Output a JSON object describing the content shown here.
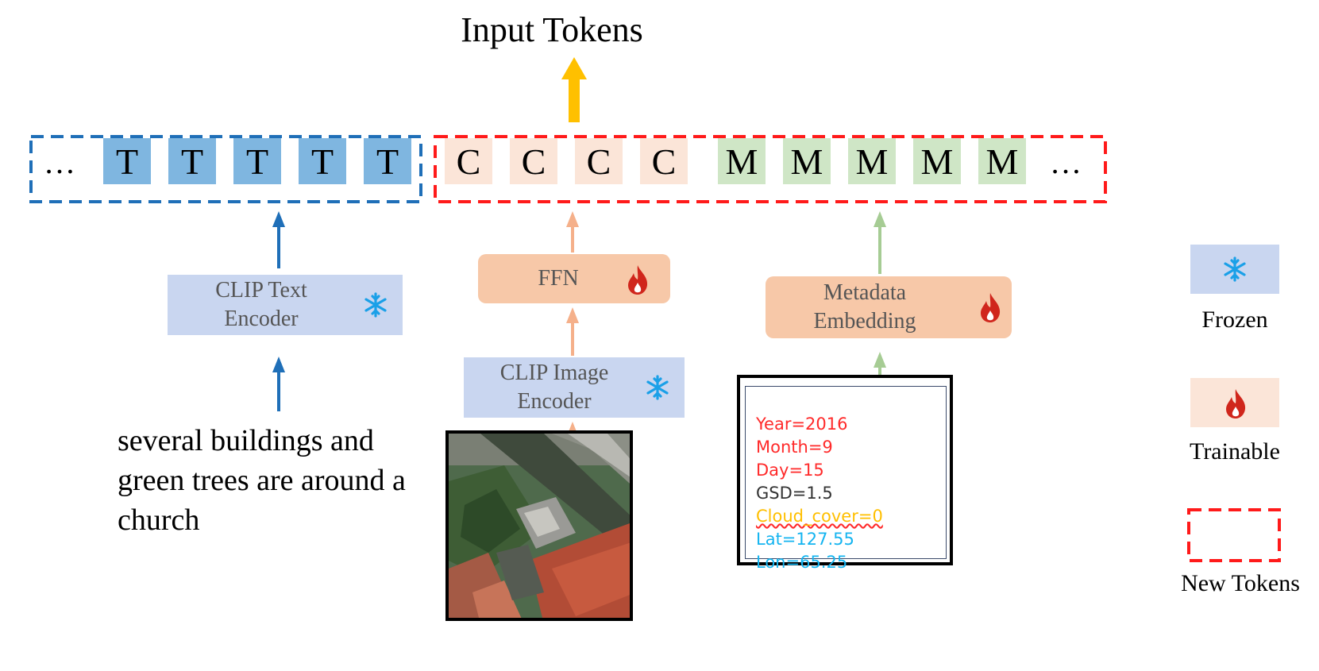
{
  "title": "Input Tokens",
  "tokens": {
    "leading_ellipsis": "…",
    "trailing_ellipsis": "…",
    "text_tokens": [
      "T",
      "T",
      "T",
      "T",
      "T"
    ],
    "context_tokens": [
      "C",
      "C",
      "C",
      "C"
    ],
    "metadata_tokens": [
      "M",
      "M",
      "M",
      "M",
      "M"
    ]
  },
  "boxes": {
    "clip_text_encoder": "CLIP Text Encoder",
    "ffn": "FFN",
    "clip_image_encoder": "CLIP Image Encoder",
    "metadata_embedding": "Metadata Embedding"
  },
  "caption": "several buildings and green trees are around a church",
  "metadata": [
    {
      "text": "Year=2016",
      "color": "#ff2a2a"
    },
    {
      "text": "Month=9",
      "color": "#ff2a2a"
    },
    {
      "text": "Day=15",
      "color": "#ff2a2a"
    },
    {
      "text": "GSD=1.5",
      "color": "#333333"
    },
    {
      "text": "Cloud_cover=0",
      "color": "#ffbf00"
    },
    {
      "text": "Lat=127.55",
      "color": "#14b4f0"
    },
    {
      "text": "Lon=65.25",
      "color": "#14b4f0"
    }
  ],
  "legend": {
    "frozen": "Frozen",
    "trainable": "Trainable",
    "new_tokens": "New Tokens"
  },
  "colors": {
    "frozen_blue": "#1f6fb8",
    "new_red": "#ff1a1a",
    "arrow_orange": "#f5b08a",
    "arrow_green": "#a6cc94",
    "output_arrow": "#ffc000",
    "snowflake": "#1aa0e8",
    "flame": "#d0261c"
  },
  "icons": {
    "frozen": "snowflake-icon",
    "trainable": "flame-icon"
  }
}
